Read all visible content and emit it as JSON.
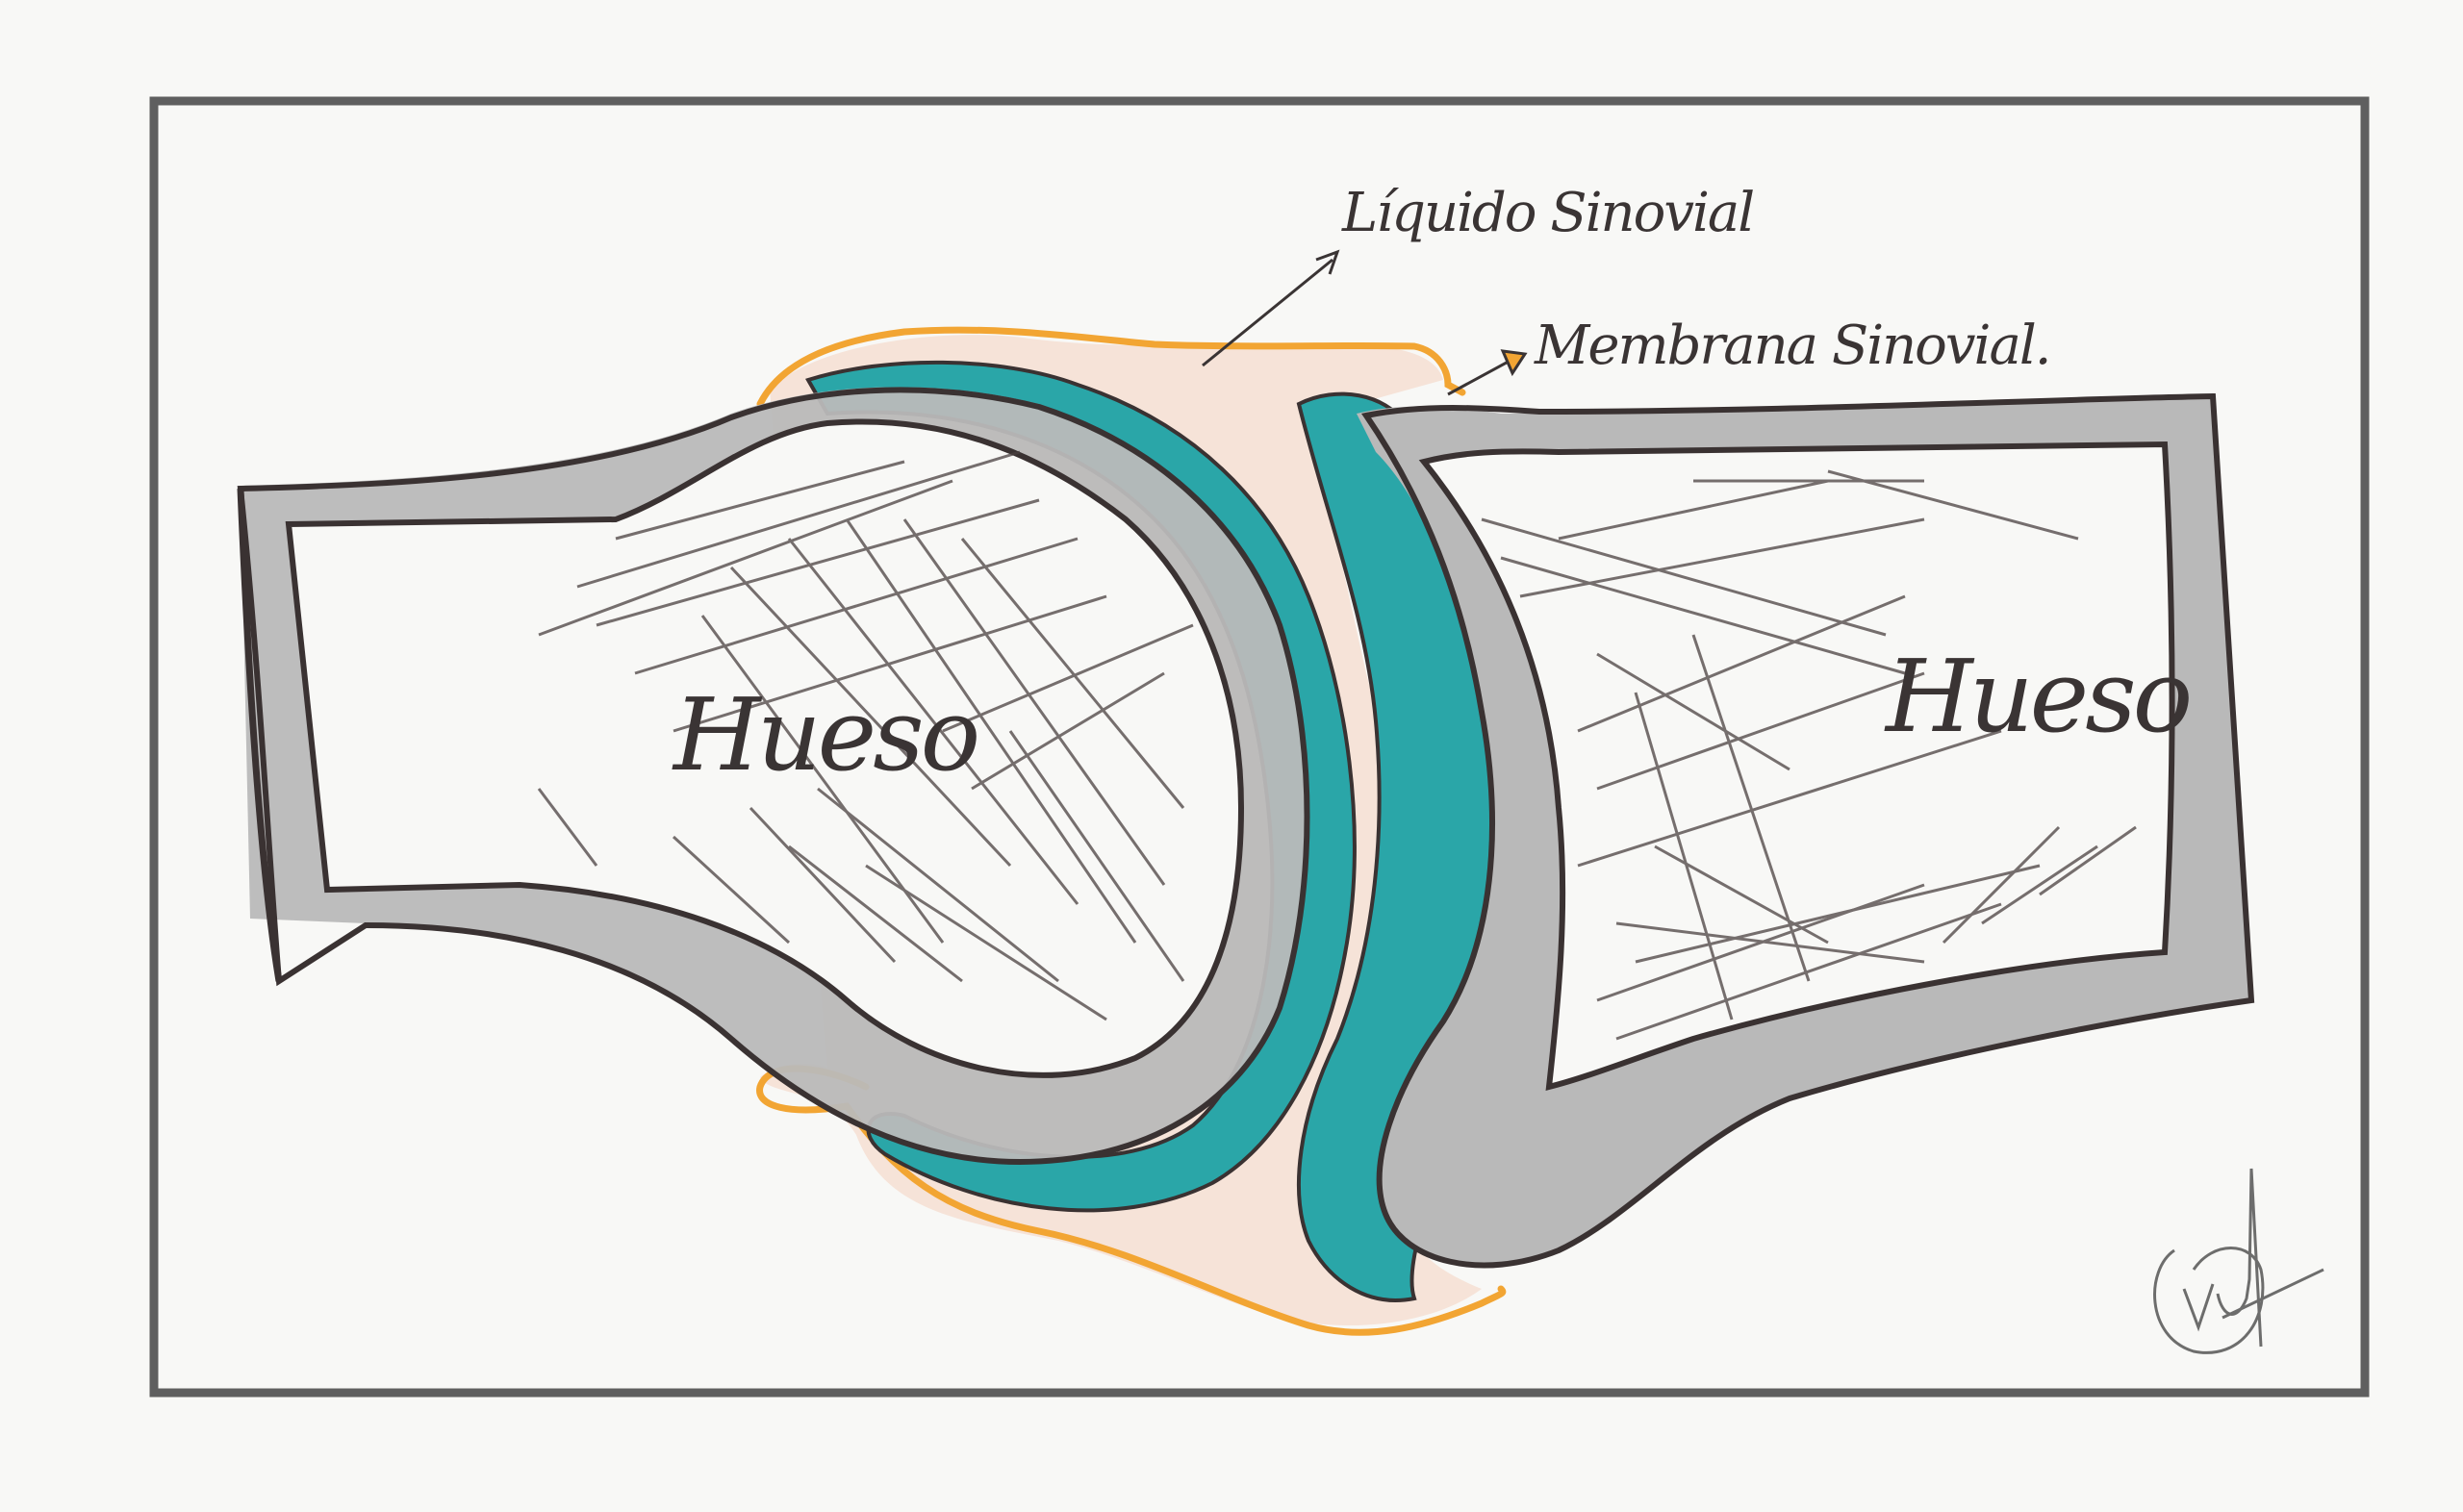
{
  "labels": {
    "bone_left": "Hueso",
    "bone_right": "Hueso",
    "synovial_fluid": "Líquido Sinovial",
    "synovial_membrane": "Membrana Sinovial."
  },
  "colors": {
    "paper": "#f8f8f6",
    "frame": "#5f5f5f",
    "outline": "#3a3232",
    "cartilage_gray": "#b9b9b9",
    "cartilage_teal": "#2aa6a8",
    "synovial_fluid": "#f6e3d8",
    "synovial_membrane": "#f2a533",
    "hatch": "#4a4040"
  },
  "signature": "handwritten signature"
}
